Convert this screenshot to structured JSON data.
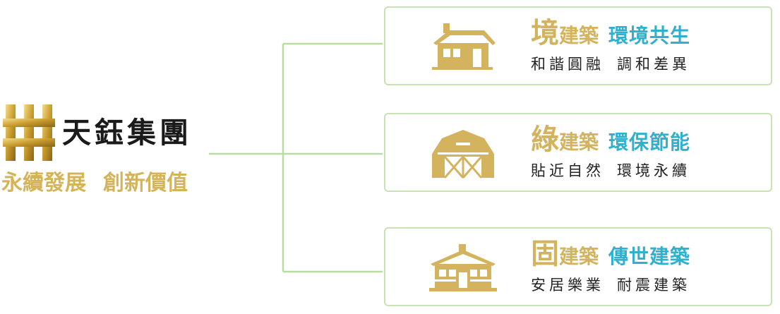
{
  "brand": {
    "name": "天鈺集團",
    "slogan_part1": "永續發展",
    "slogan_part2": "創新價值"
  },
  "cards": [
    {
      "char": "境",
      "build": "建築",
      "slogan": "環境共生",
      "sub_a": "和諧圓融",
      "sub_b": "調和差異",
      "icon": "house-icon"
    },
    {
      "char": "綠",
      "build": "建築",
      "slogan": "環保節能",
      "sub_a": "貼近自然",
      "sub_b": "環境永續",
      "icon": "barn-icon"
    },
    {
      "char": "固",
      "build": "建築",
      "slogan": "傳世建築",
      "sub_a": "安居樂業",
      "sub_b": "耐震建築",
      "icon": "villa-icon"
    }
  ],
  "colors": {
    "gold": "#d3b35e",
    "teal": "#2fb0cf",
    "connector_green": "#b9dca1",
    "brand_dark": "#1a1a1a"
  }
}
